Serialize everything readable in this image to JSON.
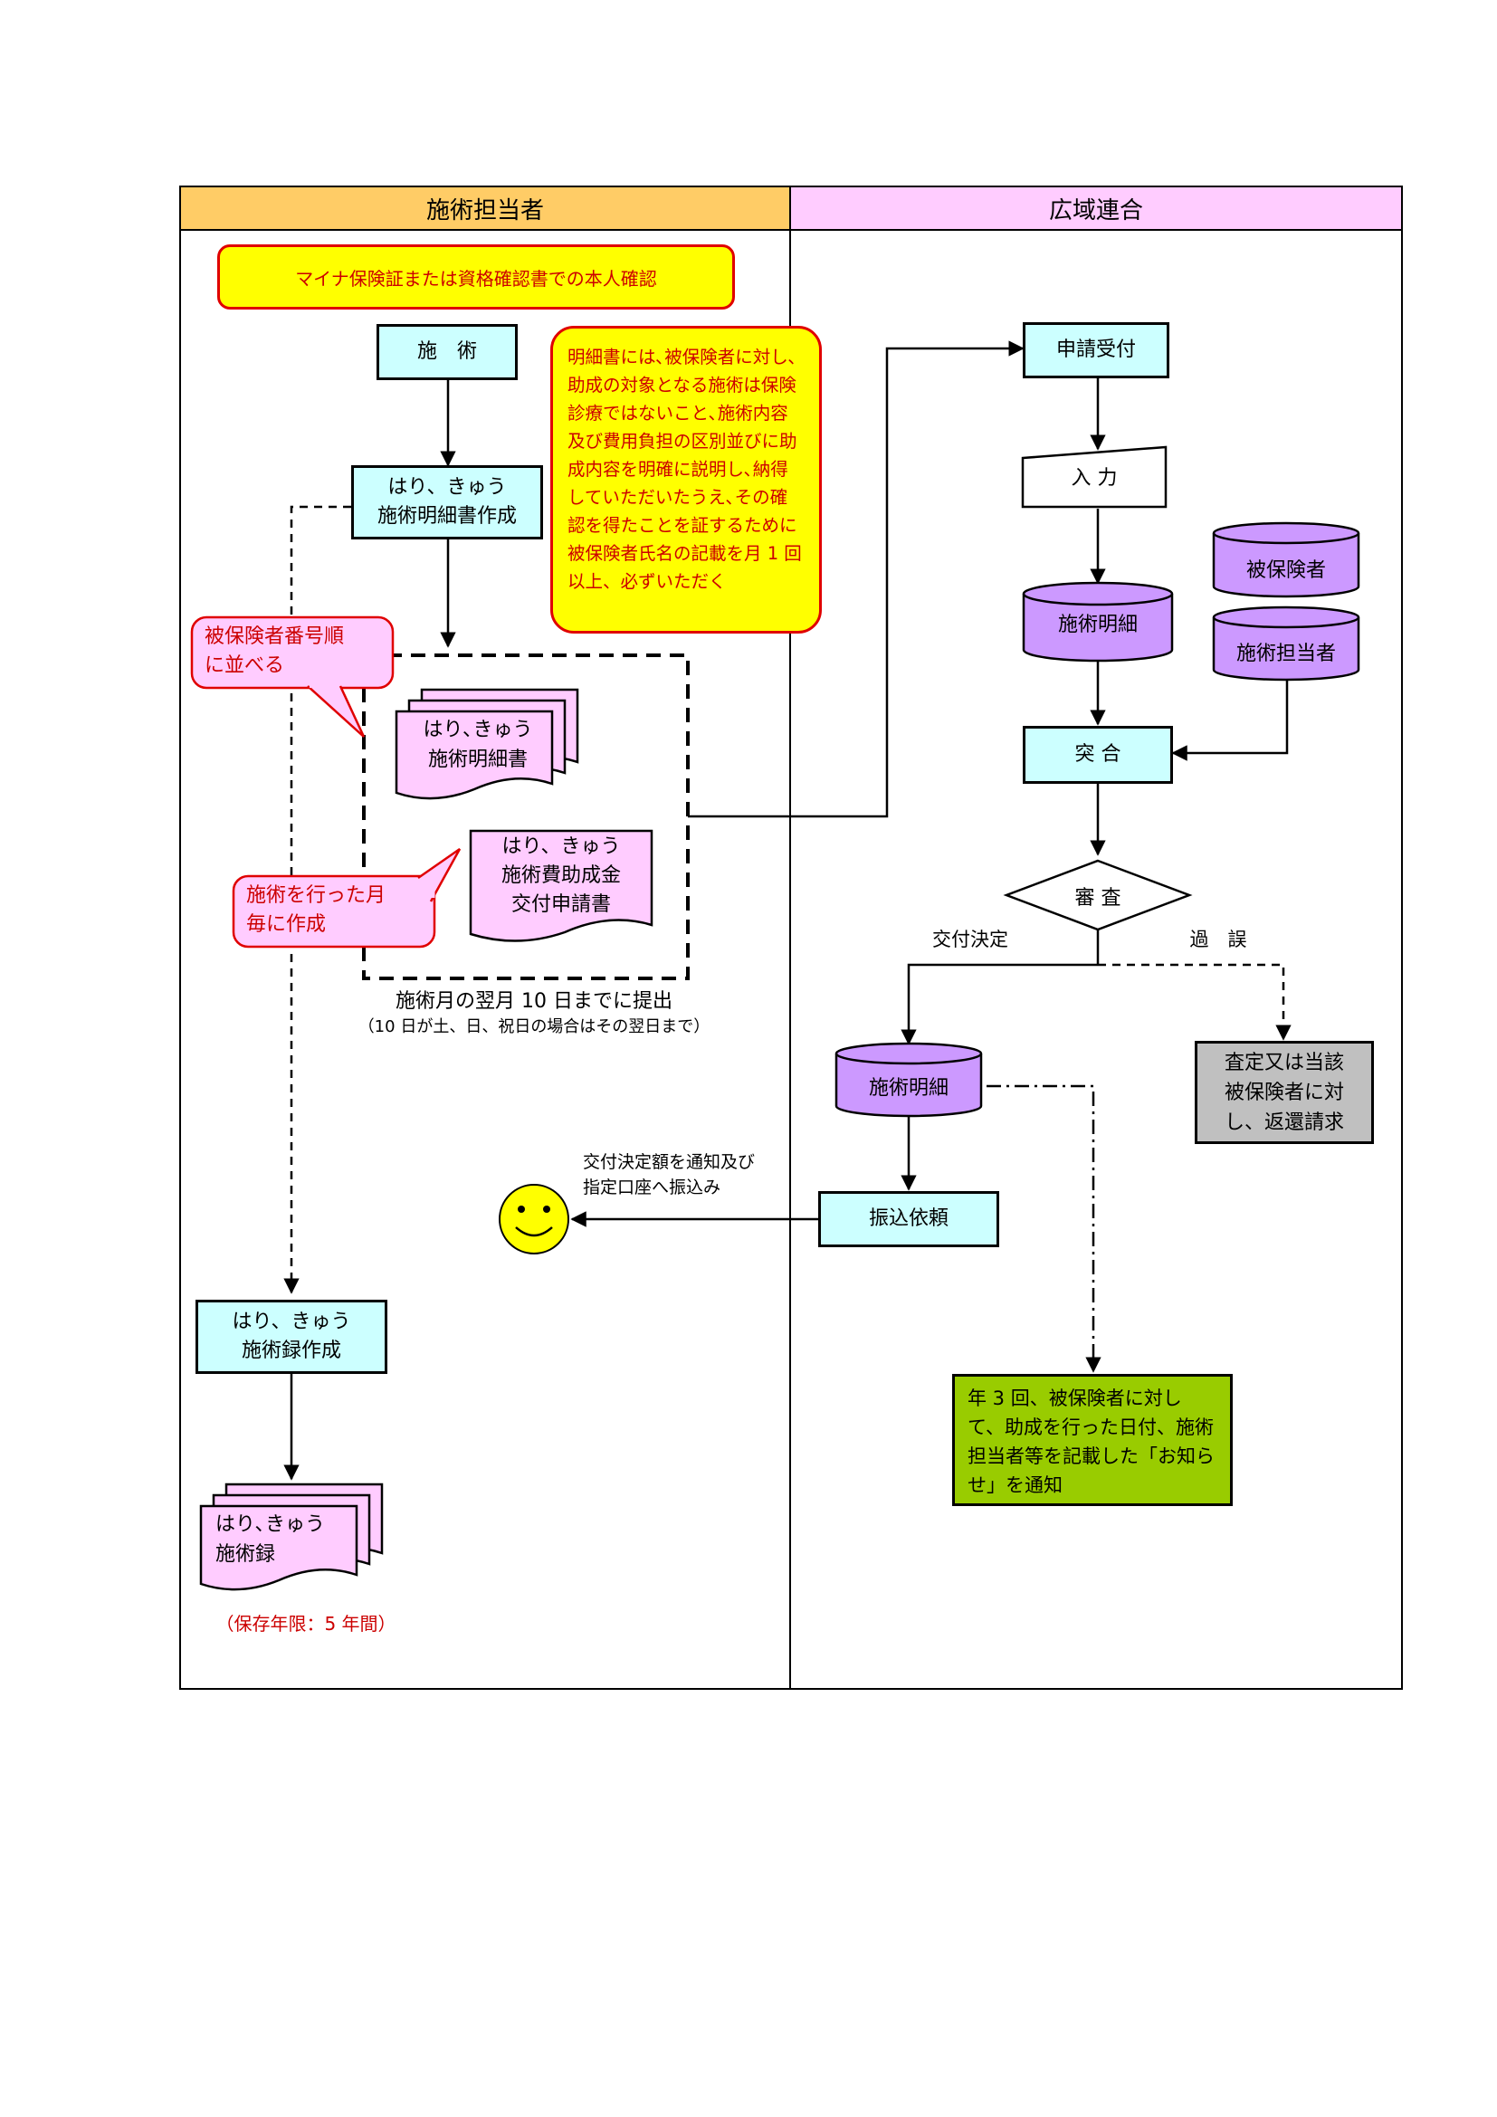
{
  "lanes": {
    "left": {
      "title": "施術担当者",
      "color": "#ffcc66"
    },
    "right": {
      "title": "広域連合",
      "color": "#ffccff"
    }
  },
  "left": {
    "identity_check": "マイナ保険証または資格確認書での本人確認",
    "treatment": "施　術",
    "create_statement": "はり、きゅう\n施術明細書作成",
    "sort_note": "被保険者番号順\nに並べる",
    "statement_doc": "はり､きゅう\n施術明細書",
    "application_doc": "はり、きゅう\n施術費助成金\n交付申請書",
    "monthly_note": "施術を行った月\n毎に作成",
    "deadline": "施術月の翌月 10 日までに提出",
    "deadline_note": "（10 日が土、日、祝日の場合はその翌日まで）",
    "explain_note": "明細書には､被保険者に対し､助成の対象となる施術は保険診療ではないこと､施術内容及び費用負担の区別並びに助成内容を明確に説明し､納得していただいたうえ､その確認を得たことを証するために被保険者氏名の記載を月 1 回以上、必ずいただく",
    "create_record": "はり、きゅう\n施術録作成",
    "record_doc": "はり､きゅう\n施術録",
    "retention": "（保存年限：5 年間）"
  },
  "right": {
    "receive": "申請受付",
    "input": "入 力",
    "db_statement": "施術明細",
    "db_insured": "被保険者",
    "db_practitioner": "施術担当者",
    "match": "突 合",
    "review": "審 査",
    "branch_approve": "交付決定",
    "branch_error": "過　誤",
    "refund": "査定又は当該\n被保険者に対\nし、返還請求",
    "db_statement2": "施術明細",
    "transfer": "振込依頼",
    "notify_payment": "交付決定額を通知及び\n指定口座へ振込み",
    "notice": "年 3 回、被保険者に対して、助成を行った日付、施術　担当者等を記載した「お知らせ」を通知"
  },
  "colors": {
    "process": "#ccffff",
    "database": "#cc99ff",
    "document": "#ffccff",
    "callout": "#ffccff",
    "note_fill": "#ffff00",
    "note_text": "#cc0000",
    "refund_fill": "#c0c0c0",
    "notice_fill": "#99cc00"
  }
}
